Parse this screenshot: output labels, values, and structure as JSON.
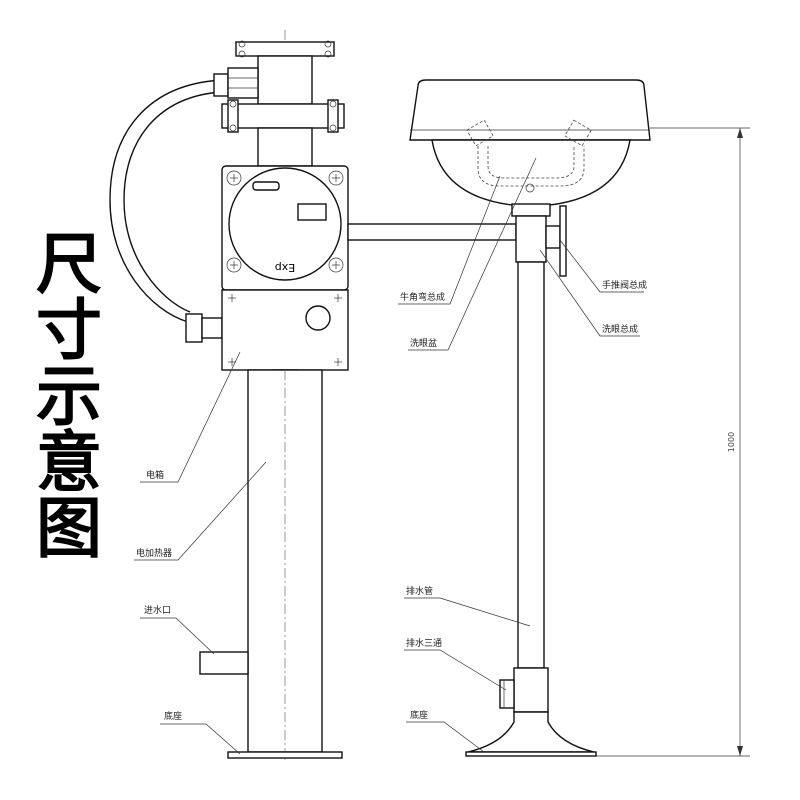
{
  "title_chars": [
    "尺",
    "寸",
    "示",
    "意",
    "图"
  ],
  "left_unit": {
    "exp_mark": "Exp",
    "labels": {
      "electric_box": "电箱",
      "electric_heater": "电加热器",
      "water_inlet": "进水口",
      "base": "底座"
    }
  },
  "right_unit": {
    "labels": {
      "ox_horn_elbow": "牛角弯总成",
      "eye_wash_bowl": "洗眼盆",
      "hand_push_valve": "手推阀总成",
      "eye_wash_assembly": "洗眼总成",
      "drain_pipe": "排水管",
      "drain_tee": "排水三通",
      "base": "底座"
    }
  },
  "dimension": {
    "height": "1000"
  }
}
